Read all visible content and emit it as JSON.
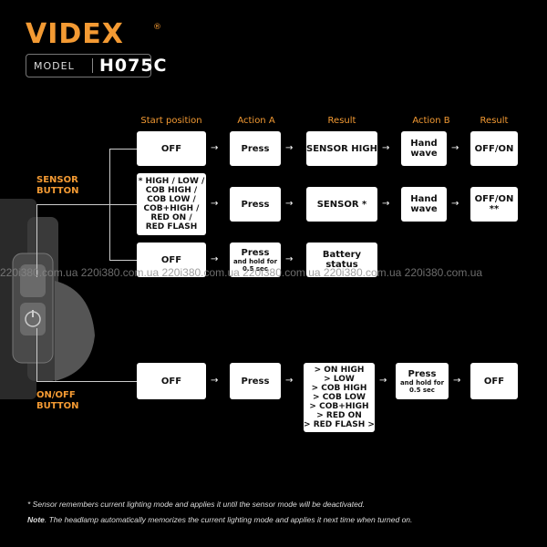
{
  "brand": {
    "logo_text": "VIDEX",
    "registered": "®",
    "accent": "#f39a33"
  },
  "model": {
    "label": "MODEL",
    "value": "H075C"
  },
  "columns": [
    "Start position",
    "Action A",
    "Result",
    "Action B",
    "Result"
  ],
  "sensor_button": {
    "line1": "SENSOR",
    "line2": "BUTTON"
  },
  "onoff_button": {
    "line1": "ON/OFF",
    "line2": "BUTTON"
  },
  "row1": {
    "start": "OFF",
    "action_a": "Press",
    "result": "SENSOR HIGH",
    "action_b_1": "Hand",
    "action_b_2": "wave",
    "result2": "OFF/ON"
  },
  "row2": {
    "start_lines": [
      "* HIGH / LOW /",
      "COB HIGH /",
      "COB LOW /",
      "COB+HIGH /",
      "RED ON /",
      "RED FLASH"
    ],
    "action_a": "Press",
    "result": "SENSOR *",
    "action_b_1": "Hand",
    "action_b_2": "wave",
    "result2": "OFF/ON **"
  },
  "row3": {
    "start": "OFF",
    "action_a": "Press",
    "action_a_sub1": "and hold for",
    "action_a_sub2": "0.5 sec",
    "result_1": "Battery",
    "result_2": "status"
  },
  "row4": {
    "start": "OFF",
    "action_a": "Press",
    "result_lines": [
      "> ON HIGH",
      "> LOW",
      "> COB HIGH",
      "> COB LOW",
      "> COB+HIGH",
      "> RED ON",
      "> RED FLASH >"
    ],
    "action_b": "Press",
    "action_b_sub1": "and hold for",
    "action_b_sub2": "0.5 sec",
    "result2": "OFF"
  },
  "watermark": "220i380.com.ua   220i380.com.ua   220i380.com.ua   220i380.com.ua   220i380.com.ua   220i380.com.ua",
  "footnote1": "* Sensor remembers current lighting mode and applies it until the sensor mode will be deactivated.",
  "footnote2_bold": "Note",
  "footnote2_rest": ". The headlamp automatically memorizes the current lighting mode and applies it next time when turned on."
}
